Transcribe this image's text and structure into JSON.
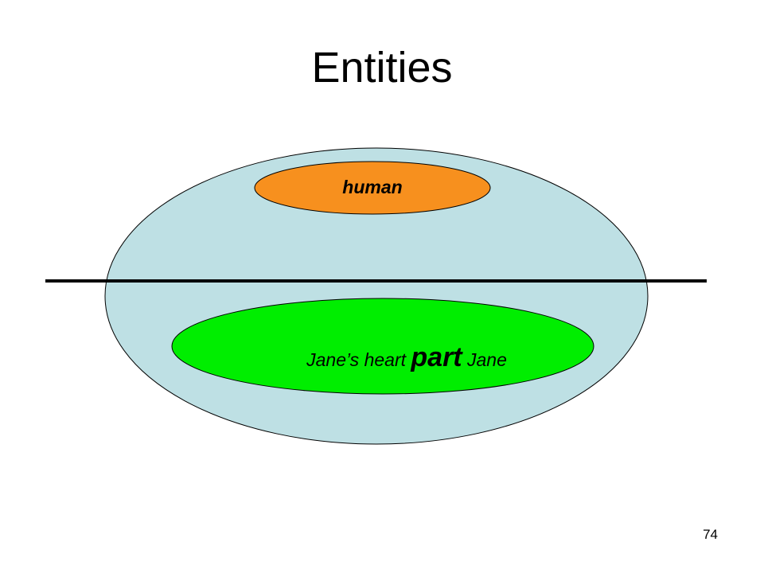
{
  "slide": {
    "title": "Entities",
    "page_number": "74"
  },
  "diagram": {
    "outer_ellipse_color": "#BEE0E4",
    "top_ellipse": {
      "label": "human",
      "color": "#F7901E"
    },
    "bottom_ellipse": {
      "label_before": "Jane’s heart ",
      "label_emphasis": "part",
      "label_after": " Jane",
      "color": "#00EE00"
    },
    "divider_color": "#000000"
  }
}
